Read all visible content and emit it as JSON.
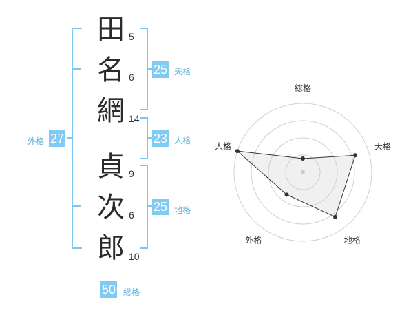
{
  "name": {
    "chars": [
      "田",
      "名",
      "網",
      "貞",
      "次",
      "郎"
    ],
    "strokes": [
      "5",
      "6",
      "14",
      "9",
      "6",
      "10"
    ]
  },
  "kakusu": {
    "tenkaku": {
      "value": "25",
      "label": "天格"
    },
    "jinkaku": {
      "value": "23",
      "label": "人格"
    },
    "chikaku": {
      "value": "25",
      "label": "地格"
    },
    "gaikaku": {
      "value": "27",
      "label": "外格"
    },
    "soukaku": {
      "value": "50",
      "label": "総格"
    }
  },
  "colors": {
    "accent": "#7fcbf4",
    "bracket": "#7fc6f1"
  },
  "chart_data": {
    "type": "radar",
    "axes": [
      "総格",
      "天格",
      "地格",
      "外格",
      "人格"
    ],
    "values": [
      1,
      4,
      4,
      2,
      5
    ],
    "max": 5,
    "grid_levels": 4
  }
}
